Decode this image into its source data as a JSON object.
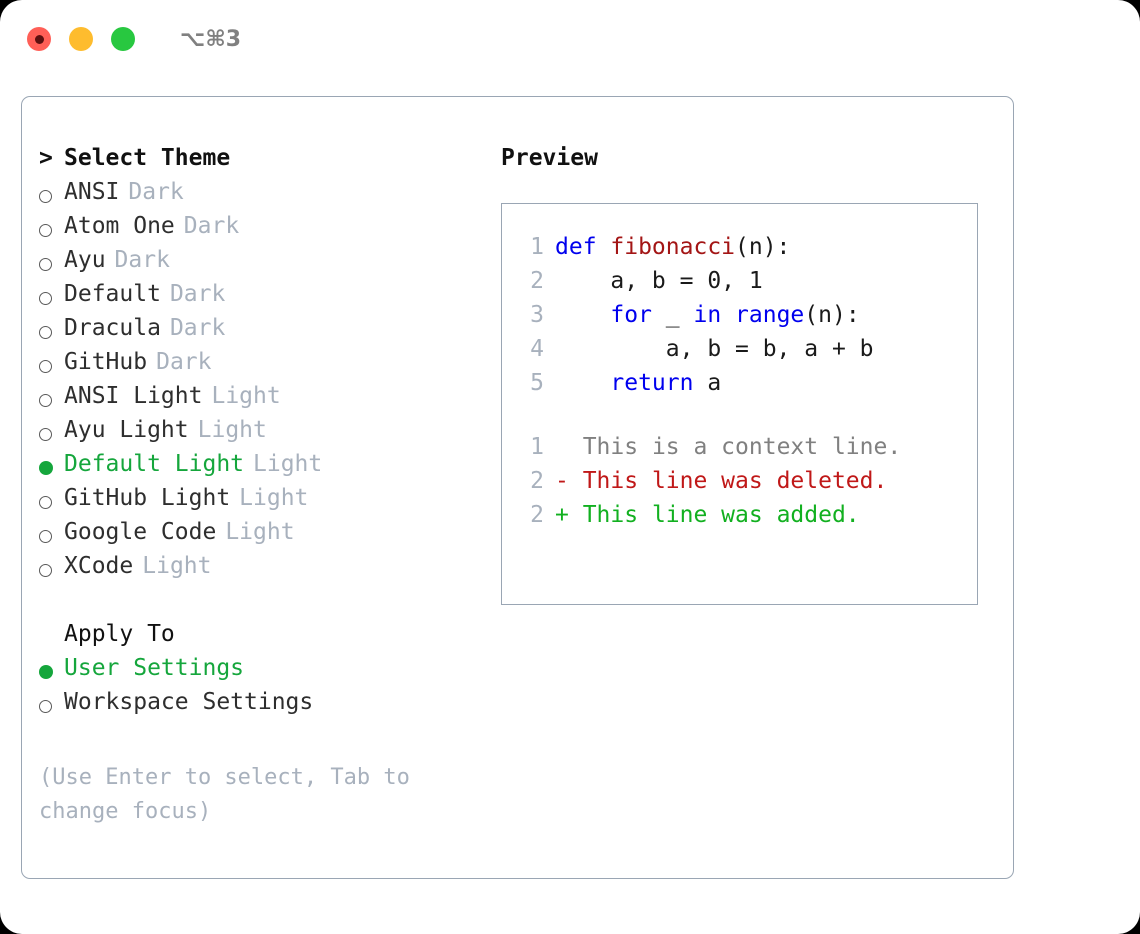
{
  "window": {
    "title_shortcut": "⌥⌘3",
    "traffic_lights": [
      {
        "name": "close",
        "color": "#ff5f57"
      },
      {
        "name": "minimize",
        "color": "#febc2e"
      },
      {
        "name": "maximize",
        "color": "#28c840"
      }
    ]
  },
  "theme_selector": {
    "caret": ">",
    "header": "Select Theme",
    "items": [
      {
        "name": "ANSI",
        "kind": "Dark",
        "selected": false
      },
      {
        "name": "Atom One",
        "kind": "Dark",
        "selected": false
      },
      {
        "name": "Ayu",
        "kind": "Dark",
        "selected": false
      },
      {
        "name": "Default",
        "kind": "Dark",
        "selected": false
      },
      {
        "name": "Dracula",
        "kind": "Dark",
        "selected": false
      },
      {
        "name": "GitHub",
        "kind": "Dark",
        "selected": false
      },
      {
        "name": "ANSI Light",
        "kind": "Light",
        "selected": false
      },
      {
        "name": "Ayu Light",
        "kind": "Light",
        "selected": false
      },
      {
        "name": "Default Light",
        "kind": "Light",
        "selected": true
      },
      {
        "name": "GitHub Light",
        "kind": "Light",
        "selected": false
      },
      {
        "name": "Google Code",
        "kind": "Light",
        "selected": false
      },
      {
        "name": "XCode",
        "kind": "Light",
        "selected": false
      }
    ]
  },
  "apply_to": {
    "label": "Apply To",
    "options": [
      {
        "name": "User Settings",
        "selected": true
      },
      {
        "name": "Workspace Settings",
        "selected": false
      }
    ]
  },
  "hint": "(Use Enter to select, Tab to change focus)",
  "preview": {
    "title": "Preview",
    "code_lines": [
      {
        "no": "1",
        "tokens": [
          {
            "t": "def ",
            "c": "kw"
          },
          {
            "t": "fibonacci",
            "c": "fn"
          },
          {
            "t": "(n):",
            "c": "plain"
          }
        ]
      },
      {
        "no": "2",
        "tokens": [
          {
            "t": "    a, b = 0, 1",
            "c": "plain"
          }
        ]
      },
      {
        "no": "3",
        "tokens": [
          {
            "t": "    ",
            "c": "plain"
          },
          {
            "t": "for",
            "c": "kw"
          },
          {
            "t": " _ ",
            "c": "plain"
          },
          {
            "t": "in",
            "c": "kw"
          },
          {
            "t": " ",
            "c": "plain"
          },
          {
            "t": "range",
            "c": "kw"
          },
          {
            "t": "(n):",
            "c": "plain"
          }
        ]
      },
      {
        "no": "4",
        "tokens": [
          {
            "t": "        a, b = b, a + b",
            "c": "plain"
          }
        ]
      },
      {
        "no": "5",
        "tokens": [
          {
            "t": "    ",
            "c": "plain"
          },
          {
            "t": "return",
            "c": "kw"
          },
          {
            "t": " a",
            "c": "plain"
          }
        ]
      }
    ],
    "diff_lines": [
      {
        "no": "1",
        "marker": " ",
        "text": " This is a context line.",
        "c": "ctx"
      },
      {
        "no": "2",
        "marker": "-",
        "text": " This line was deleted.",
        "c": "del"
      },
      {
        "no": "2",
        "marker": "+",
        "text": " This line was added.",
        "c": "add"
      }
    ]
  },
  "colors": {
    "selected_green": "#15a63c",
    "muted_gray": "#a8b1bd",
    "border": "#9aa6b4",
    "keyword_blue": "#0000ee",
    "function_red": "#a31515",
    "diff_deleted": "#c01818",
    "diff_added": "#12b020"
  }
}
